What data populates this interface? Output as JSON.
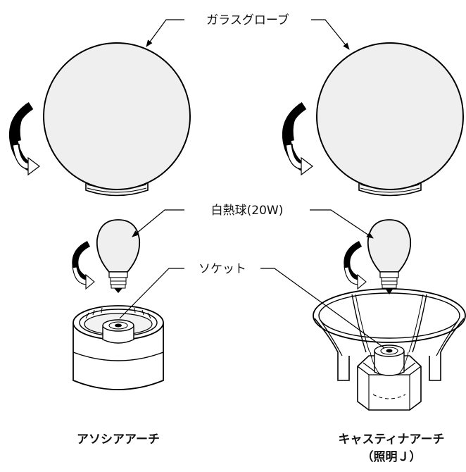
{
  "labels": {
    "glass_globe": "ガラスグローブ",
    "bulb": "白熱球(20W)",
    "socket": "ソケット"
  },
  "captions": {
    "left": "アソシアアーチ",
    "right_line1": "キャスティナアーチ",
    "right_line2": "（照明Ｊ）"
  }
}
